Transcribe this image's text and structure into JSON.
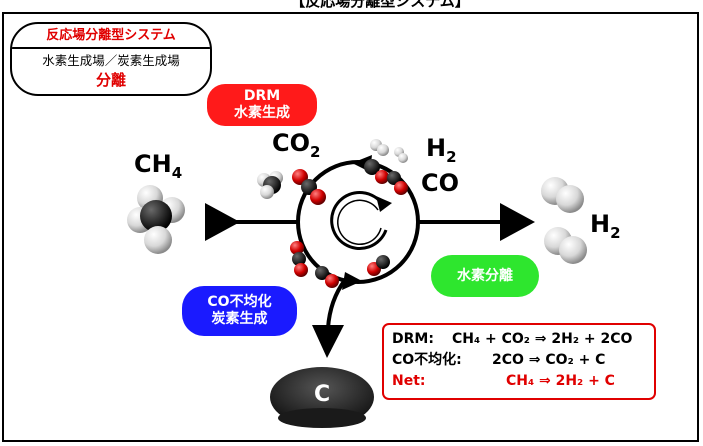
{
  "top_title_partial": "【反応場分離型システム】",
  "system_box": {
    "title": "反応場分離型システム",
    "subtitle": "水素生成場／炭素生成場",
    "emphasis": "分離"
  },
  "labels": {
    "drm_line1": "DRM",
    "drm_line2": "水素生成",
    "disp_line1": "CO不均化",
    "disp_line2": "炭素生成",
    "separation": "水素分離",
    "ch4_main": "CH",
    "ch4_sub": "4",
    "co2_main": "CO",
    "co2_sub": "2",
    "h2_main": "H",
    "h2_sub": "2",
    "co": "CO",
    "h2out_main": "H",
    "h2out_sub": "2",
    "carbon": "C"
  },
  "equations": [
    {
      "label": "DRM:",
      "expr": "CH₄ + CO₂ ⇒ 2H₂ + 2CO",
      "color": "#000000"
    },
    {
      "label": "CO不均化:",
      "expr": "2CO ⇒ CO₂ + C",
      "color": "#000000"
    },
    {
      "label": "Net:",
      "expr": "CH₄ ⇒ 2H₂ + C",
      "color": "#e00000"
    }
  ],
  "colors": {
    "drm_pill": "#ff1a1a",
    "disproportionation_pill": "#1a1aff",
    "separation_pill": "#2ee62e",
    "emphasis_red": "#e00000"
  }
}
